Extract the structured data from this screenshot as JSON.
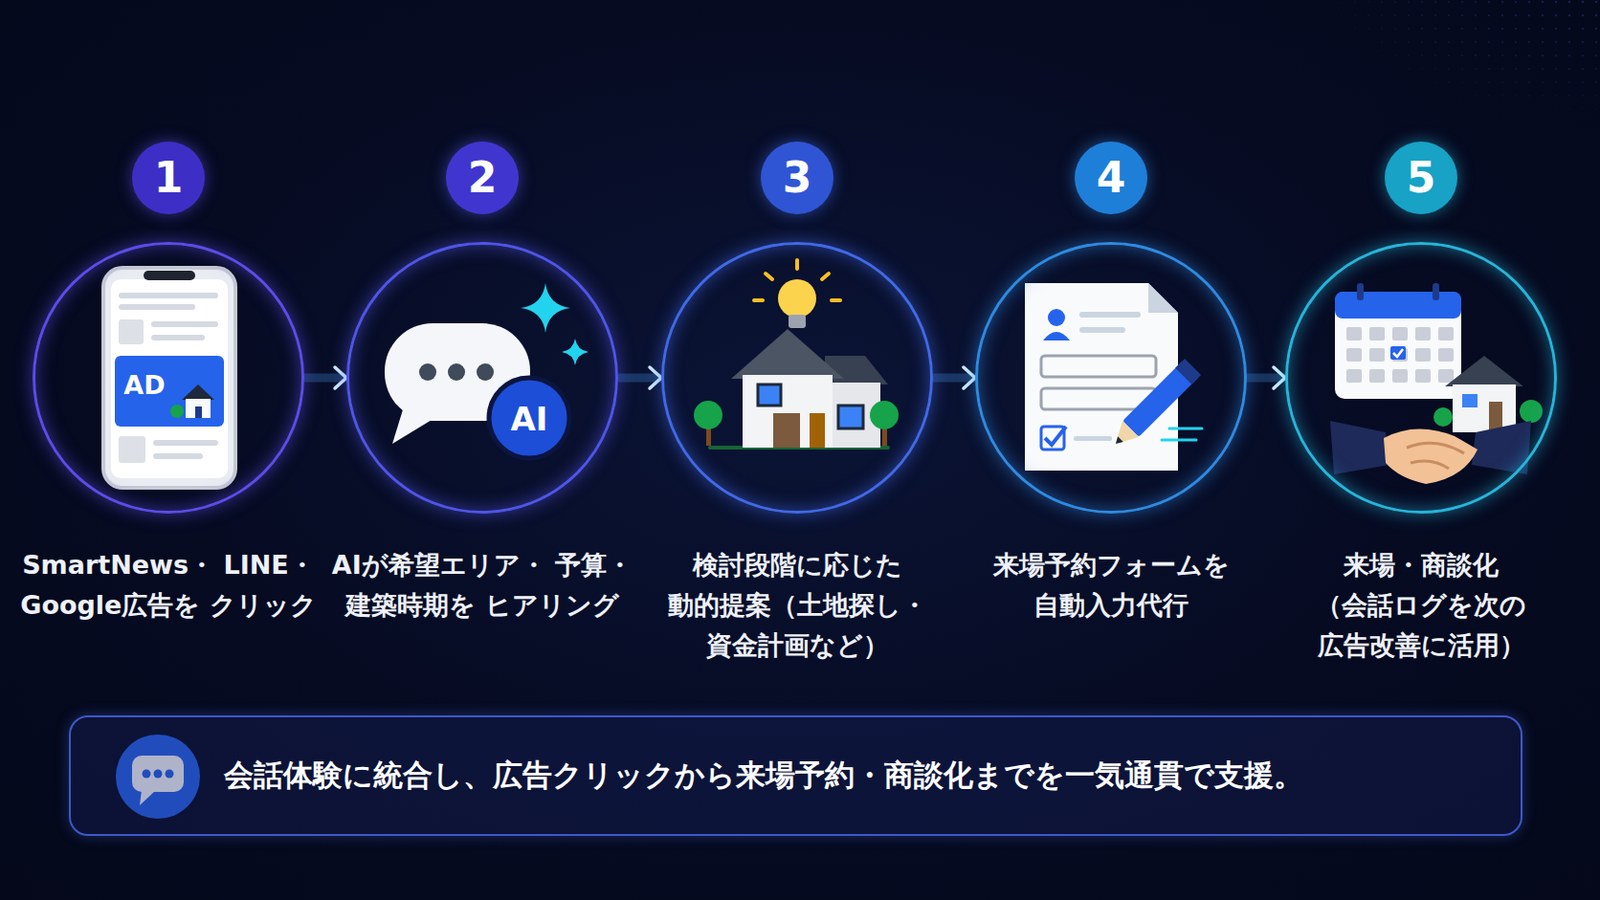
{
  "diagram": {
    "nodes": [
      {
        "text": [
          "1",
          "SmartNews・ LINE・Google広告を クリック"
        ]
      },
      {
        "text": [
          "2",
          "AIが希望エリア・ 予算・建築時期を ヒアリング"
        ]
      },
      {
        "text": [
          "3",
          "検討段階に応じた 動的提案（土地探し・ 資金計画など）"
        ]
      },
      {
        "text": [
          "4",
          "来場予約フォームを 自動入力代行"
        ]
      },
      {
        "text": [
          "5",
          "来場・商談化 （会話ログを次の 広告改善に活用）"
        ]
      },
      {
        "text": [
          "会話体験に統合し、広告クリックから来場予約・商談化までを一気通貫で支援。"
        ]
      }
    ],
    "edges": [
      {
        "from": 0,
        "to": 1,
        "arrow": "to"
      },
      {
        "from": 1,
        "to": 2,
        "arrow": "to"
      },
      {
        "from": 2,
        "to": 3,
        "arrow": "to"
      },
      {
        "from": 3,
        "to": 4,
        "arrow": "to"
      }
    ],
    "labels": [
      "AD",
      "AI"
    ]
  }
}
